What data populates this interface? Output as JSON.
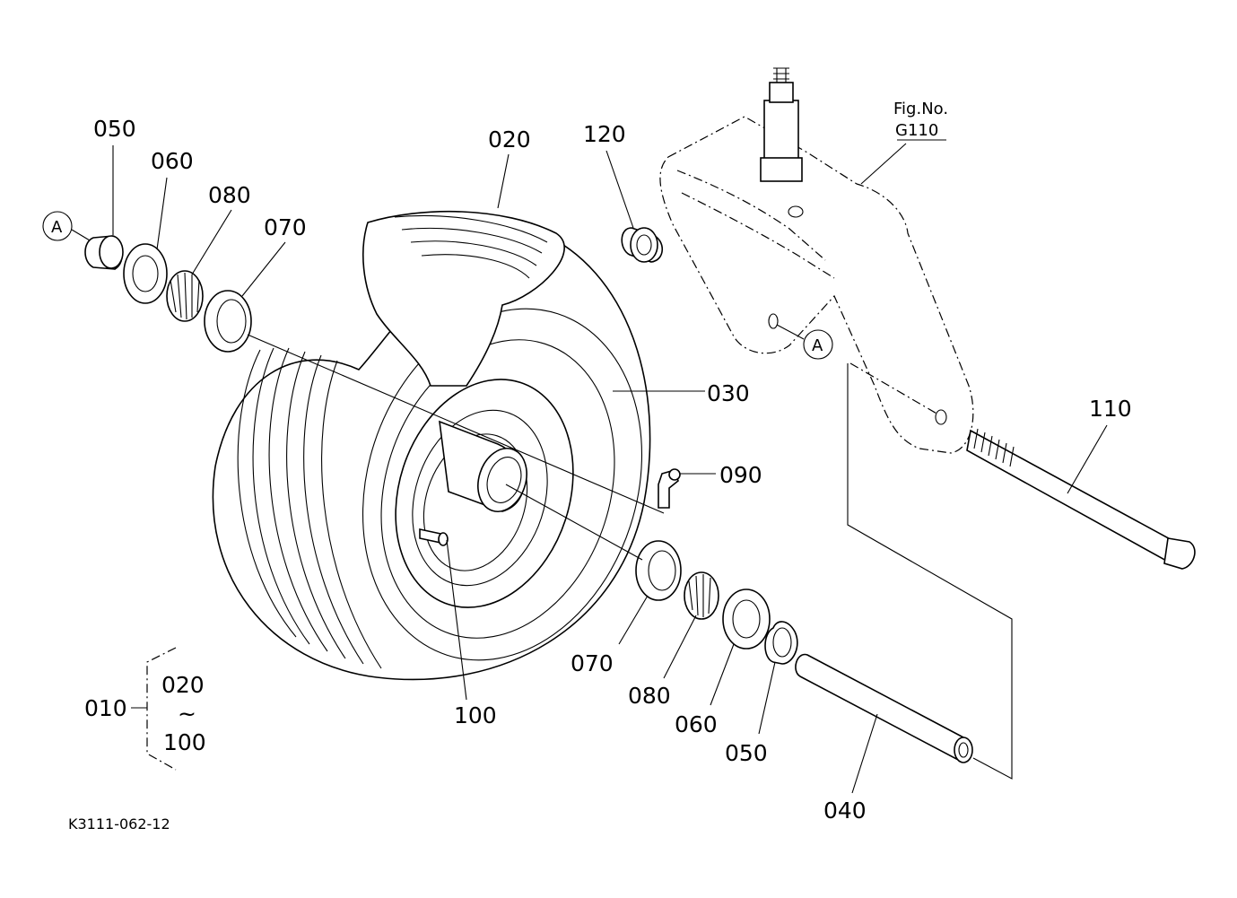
{
  "figure_ref": {
    "line1": "Fig.No.",
    "line2": "G110"
  },
  "callouts": {
    "p020_top": "020",
    "p050_top": "050",
    "p060_top": "060",
    "p080_top": "080",
    "p070_top": "070",
    "p120": "120",
    "p030": "030",
    "p110": "110",
    "p090": "090",
    "p100": "100",
    "p070_bot": "070",
    "p080_bot": "080",
    "p060_bot": "060",
    "p050_bot": "050",
    "p040": "040"
  },
  "reference_marks": {
    "left": "A",
    "right": "A"
  },
  "assembly": {
    "parent": "010",
    "from": "020",
    "tilde": "~",
    "to": "100"
  },
  "drawing_code": "K3111-062-12"
}
